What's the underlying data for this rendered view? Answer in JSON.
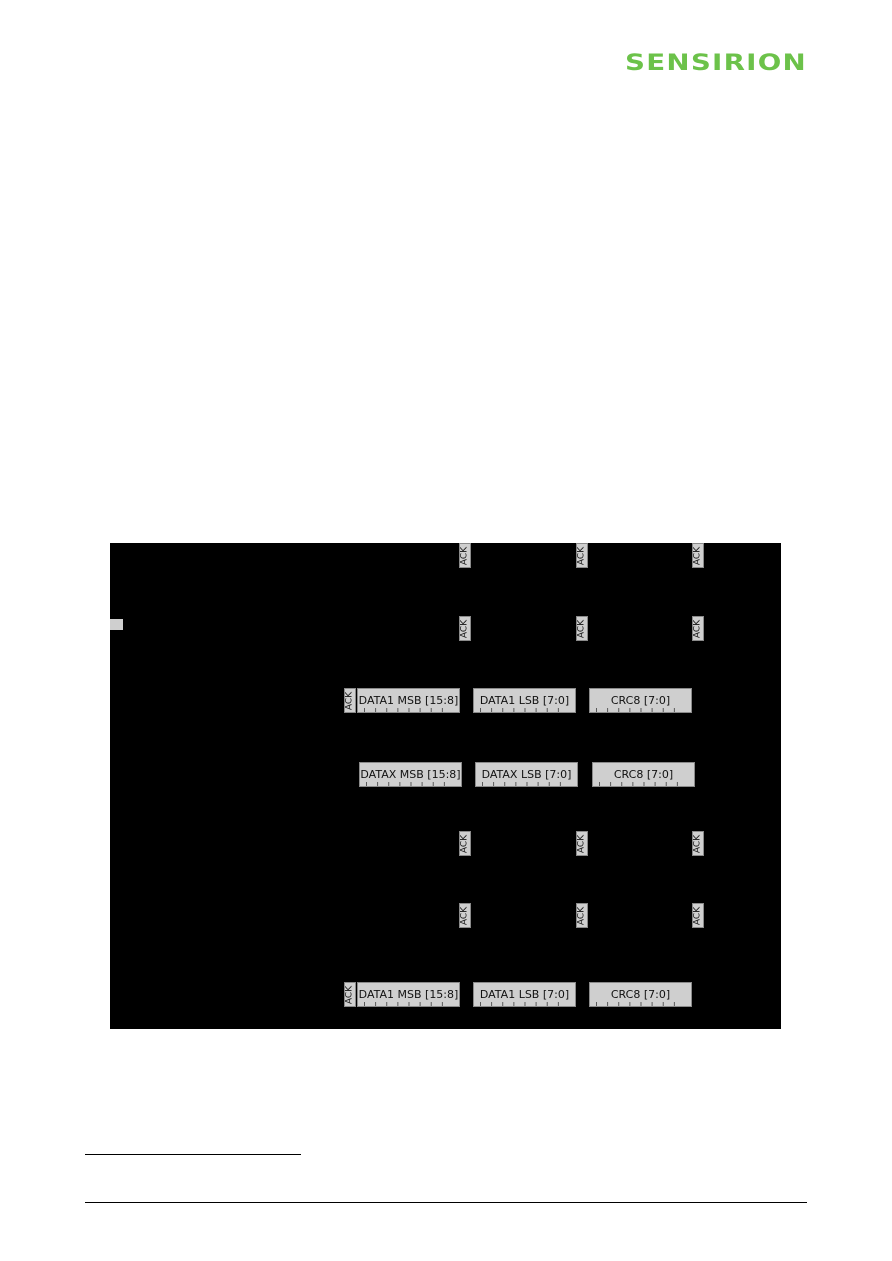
{
  "header": {
    "logo_text": "SENSIRION",
    "logo_color": "#6cc24a"
  },
  "figure": {
    "ack_label": "ACK",
    "rows": [
      {
        "fields": [
          "DATA1 MSB [15:8]",
          "DATA1 LSB [7:0]",
          "CRC8 [7:0]"
        ]
      },
      {
        "fields": [
          "DATAX MSB [15:8]",
          "DATAX LSB [7:0]",
          "CRC8 [7:0]"
        ]
      },
      {
        "fields": [
          "DATA1 MSB [15:8]",
          "DATA1 LSB [7:0]",
          "CRC8 [7:0]"
        ]
      }
    ]
  }
}
